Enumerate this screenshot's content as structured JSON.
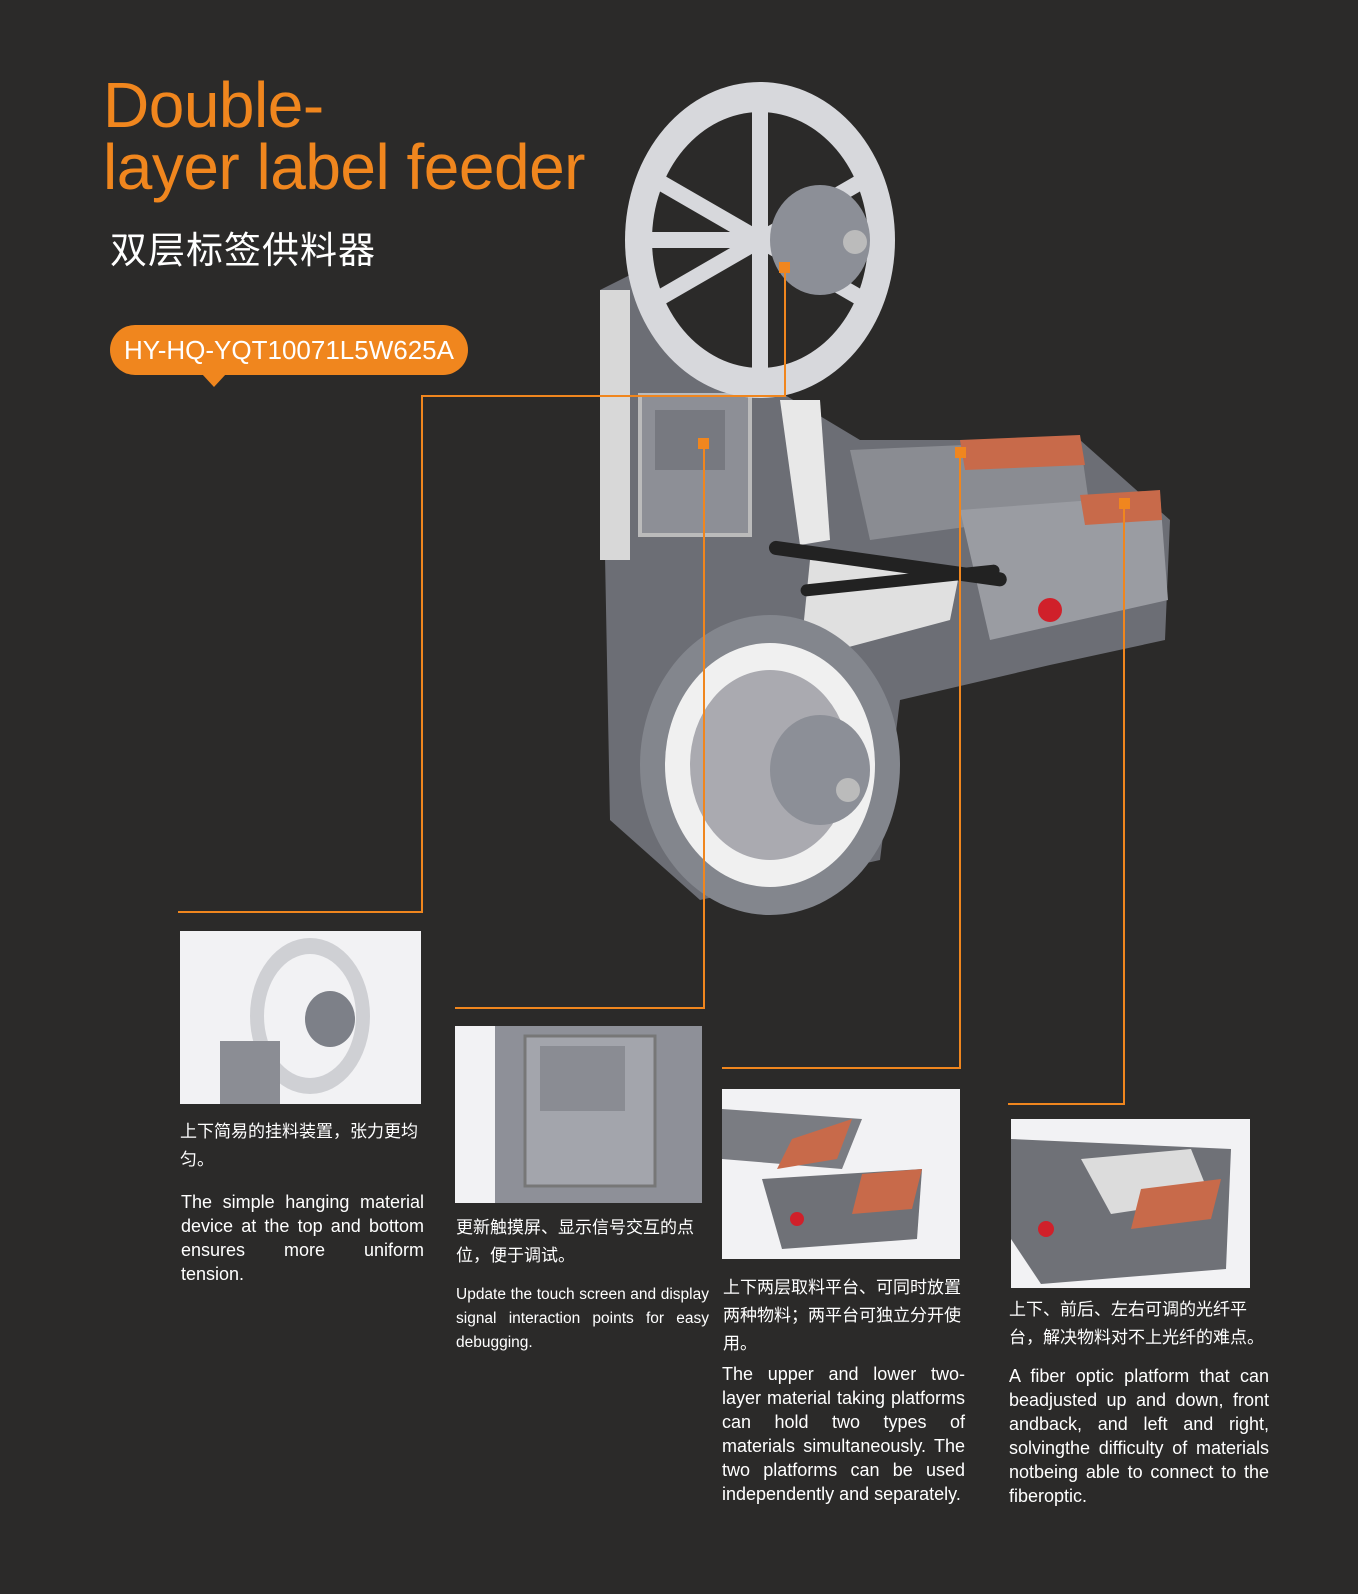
{
  "header": {
    "title_line1": "Double-",
    "title_line2": "layer label feeder",
    "title_cn": "双层标签供料器",
    "model_badge": "HY-HQ-YQT10071L5W625A"
  },
  "colors": {
    "accent": "#f0861e",
    "background": "#2b2a29"
  },
  "features": [
    {
      "cn": "上下简易的挂料装置，张力更均匀。",
      "en": "The simple hanging material device at the top and bottom ensures more uniform tension."
    },
    {
      "cn": "更新触摸屏、显示信号交互的点位，便于调试。",
      "en": "Update the touch screen and display signal interaction points for easy debugging."
    },
    {
      "cn": "上下两层取料平台、可同时放置两种物料；两平台可独立分开使用。",
      "en": "The upper and lower two-layer material taking platforms can hold two types of materials simultaneously. The two platforms can be used independently and separately."
    },
    {
      "cn": "上下、前后、左右可调的光纤平台，解决物料对不上光纤的难点。",
      "en": "A fiber optic platform that can beadjusted up and down, front andback, and left and right, solvingthe difficulty of materials notbeing able to connect to the fiberoptic."
    }
  ]
}
